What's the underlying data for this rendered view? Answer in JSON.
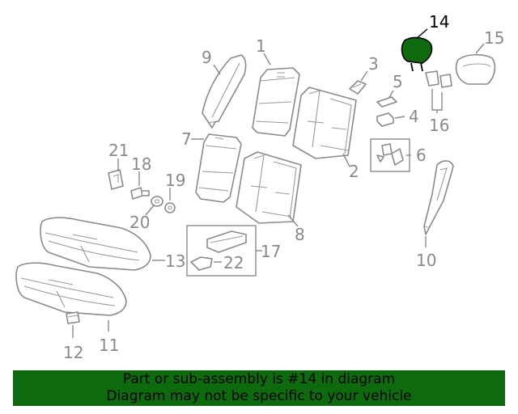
{
  "diagram": {
    "highlight_color": "#0d6b0d",
    "highlighted_part": "14",
    "parts": [
      {
        "id": "1",
        "label": "1"
      },
      {
        "id": "2",
        "label": "2"
      },
      {
        "id": "3",
        "label": "3"
      },
      {
        "id": "4",
        "label": "4"
      },
      {
        "id": "5",
        "label": "5"
      },
      {
        "id": "6",
        "label": "6"
      },
      {
        "id": "7",
        "label": "7"
      },
      {
        "id": "8",
        "label": "8"
      },
      {
        "id": "9",
        "label": "9"
      },
      {
        "id": "10",
        "label": "10"
      },
      {
        "id": "11",
        "label": "11"
      },
      {
        "id": "12",
        "label": "12"
      },
      {
        "id": "13",
        "label": "13"
      },
      {
        "id": "14",
        "label": "14"
      },
      {
        "id": "15",
        "label": "15"
      },
      {
        "id": "16",
        "label": "16"
      },
      {
        "id": "17",
        "label": "17"
      },
      {
        "id": "18",
        "label": "18"
      },
      {
        "id": "19",
        "label": "19"
      },
      {
        "id": "20",
        "label": "20"
      },
      {
        "id": "21",
        "label": "21"
      },
      {
        "id": "22",
        "label": "22"
      }
    ]
  },
  "banner": {
    "line1": "Part or sub-assembly is #14 in diagram",
    "line2": "Diagram may not be specific to your vehicle",
    "background": "#0d6b0d"
  }
}
